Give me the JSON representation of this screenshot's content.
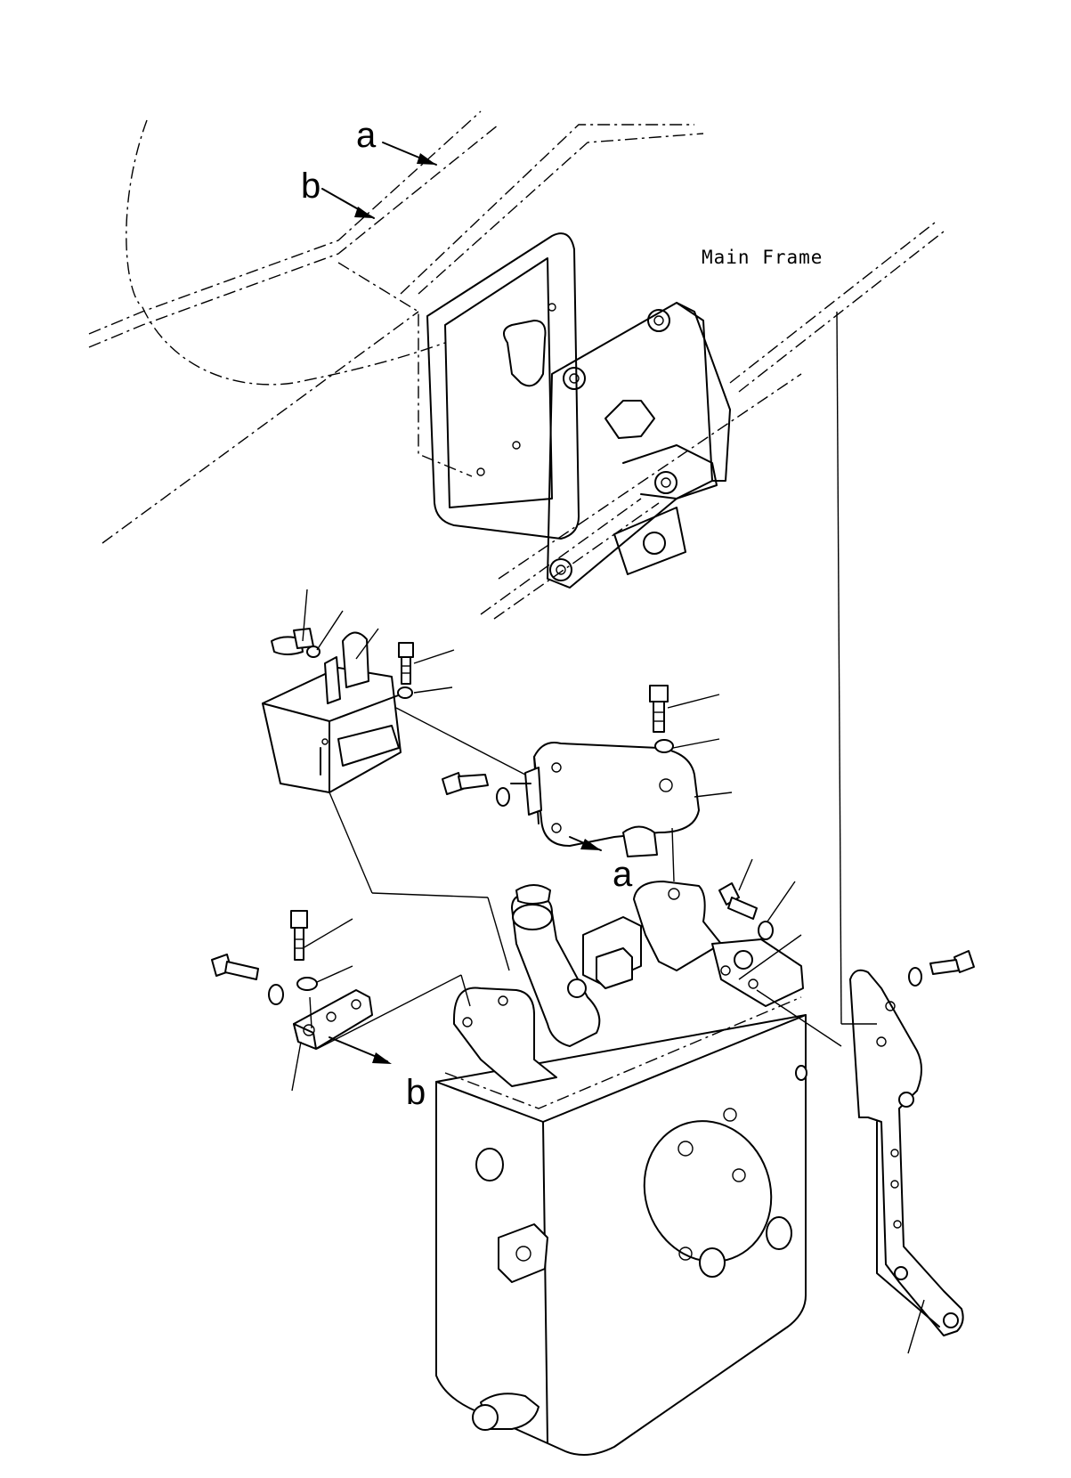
{
  "diagram": {
    "frame_label": "Main Frame",
    "ref_a": "a",
    "ref_b": "b"
  }
}
